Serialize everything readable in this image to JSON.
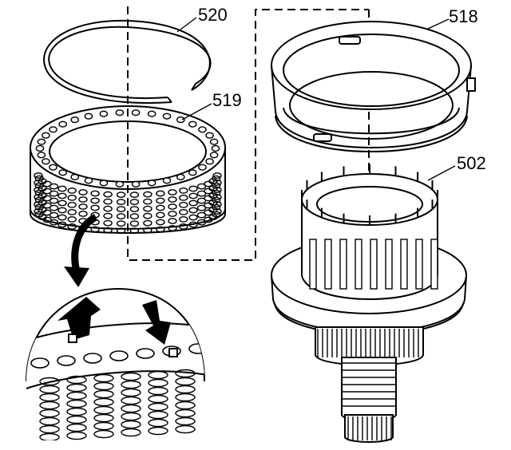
{
  "callouts": {
    "snap_ring": "520",
    "spring_assembly": "519",
    "piston": "518",
    "housing": "502"
  },
  "colors": {
    "line": "#000000",
    "background": "#ffffff"
  }
}
